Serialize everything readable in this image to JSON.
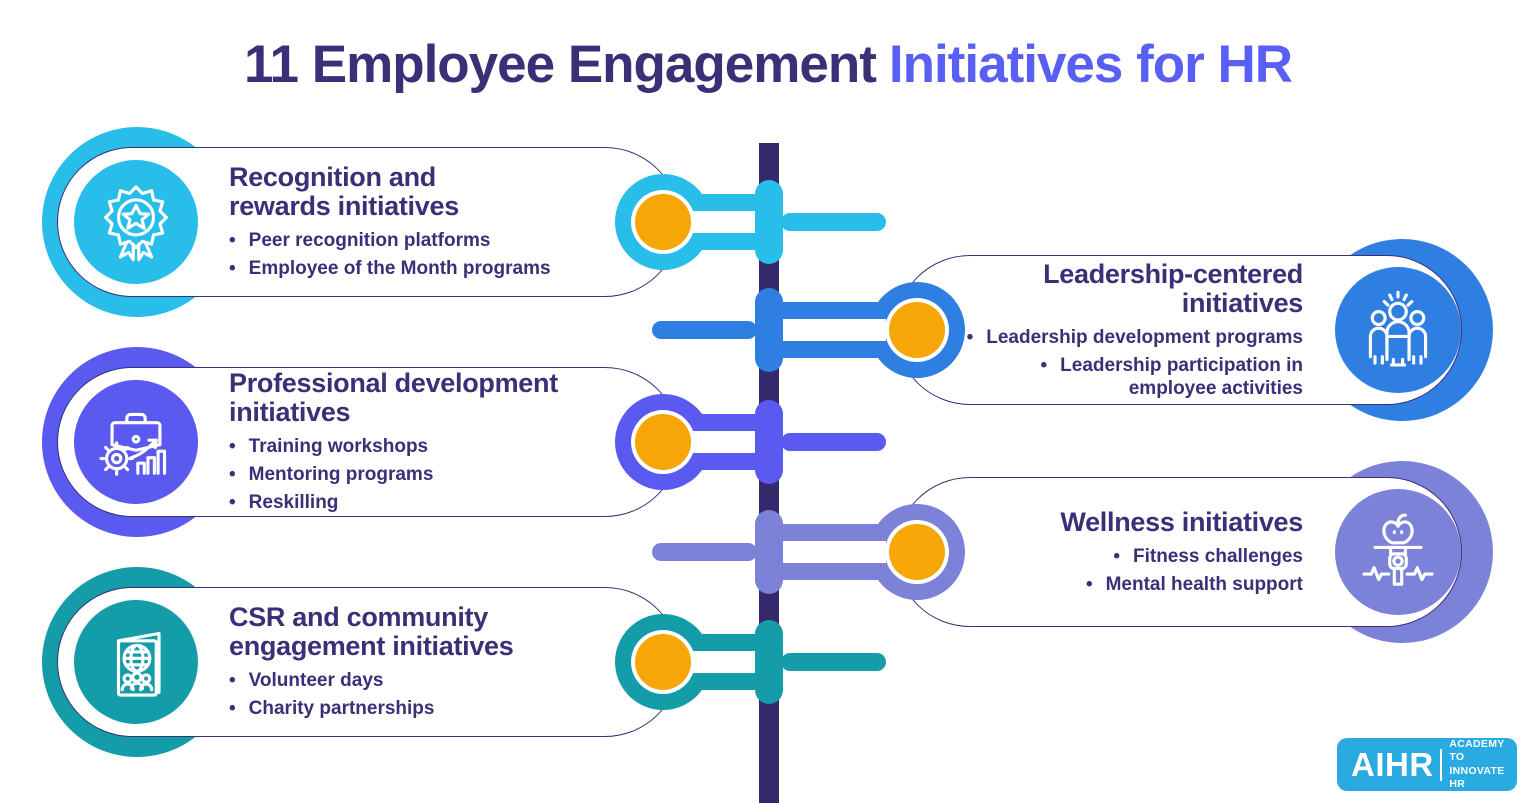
{
  "title": {
    "part1": "11 Employee Engagement",
    "part2": "Initiatives for HR"
  },
  "cards": [
    {
      "name": "recognition",
      "side": "left",
      "accent": "#29BDE9",
      "icon": "award-icon",
      "title_lines": [
        "Recognition and",
        "rewards initiatives"
      ],
      "bullets": [
        [
          "Peer recognition platforms"
        ],
        [
          "Employee of the Month programs"
        ]
      ]
    },
    {
      "name": "leadership",
      "side": "right",
      "accent": "#2F7EE2",
      "icon": "leadership-team-icon",
      "title_lines": [
        "Leadership-centered",
        "initiatives"
      ],
      "bullets": [
        [
          "Leadership development programs"
        ],
        [
          "Leadership participation in",
          "employee activities"
        ]
      ]
    },
    {
      "name": "professional",
      "side": "left",
      "accent": "#5A5AF0",
      "icon": "briefcase-growth-icon",
      "title_lines": [
        "Professional development",
        "initiatives"
      ],
      "bullets": [
        [
          "Training workshops"
        ],
        [
          "Mentoring programs"
        ],
        [
          "Reskilling"
        ]
      ]
    },
    {
      "name": "wellness",
      "side": "right",
      "accent": "#7B82D8",
      "icon": "wellness-icon",
      "title_lines": [
        "Wellness initiatives"
      ],
      "bullets": [
        [
          "Fitness challenges"
        ],
        [
          "Mental health support"
        ]
      ]
    },
    {
      "name": "csr",
      "side": "left",
      "accent": "#149CA9",
      "icon": "csr-booklet-icon",
      "title_lines": [
        "CSR and community",
        "engagement initiatives"
      ],
      "bullets": [
        [
          "Volunteer days"
        ],
        [
          "Charity partnerships"
        ]
      ]
    }
  ],
  "logo": {
    "brand": "AIHR",
    "tagline_line1": "ACADEMY TO",
    "tagline_line2": "INNOVATE HR"
  },
  "colors": {
    "ink": "#3A3077",
    "accent": "#5A5FF3",
    "line": "#33296B",
    "orange": "#F7A608",
    "cyan": "#29BDE9",
    "blue": "#2F7EE2",
    "purple": "#5A5AF0",
    "lavender": "#7B82D8",
    "teal": "#149CA9",
    "logo": "#29ABE2",
    "card_border": "#3A3077"
  }
}
